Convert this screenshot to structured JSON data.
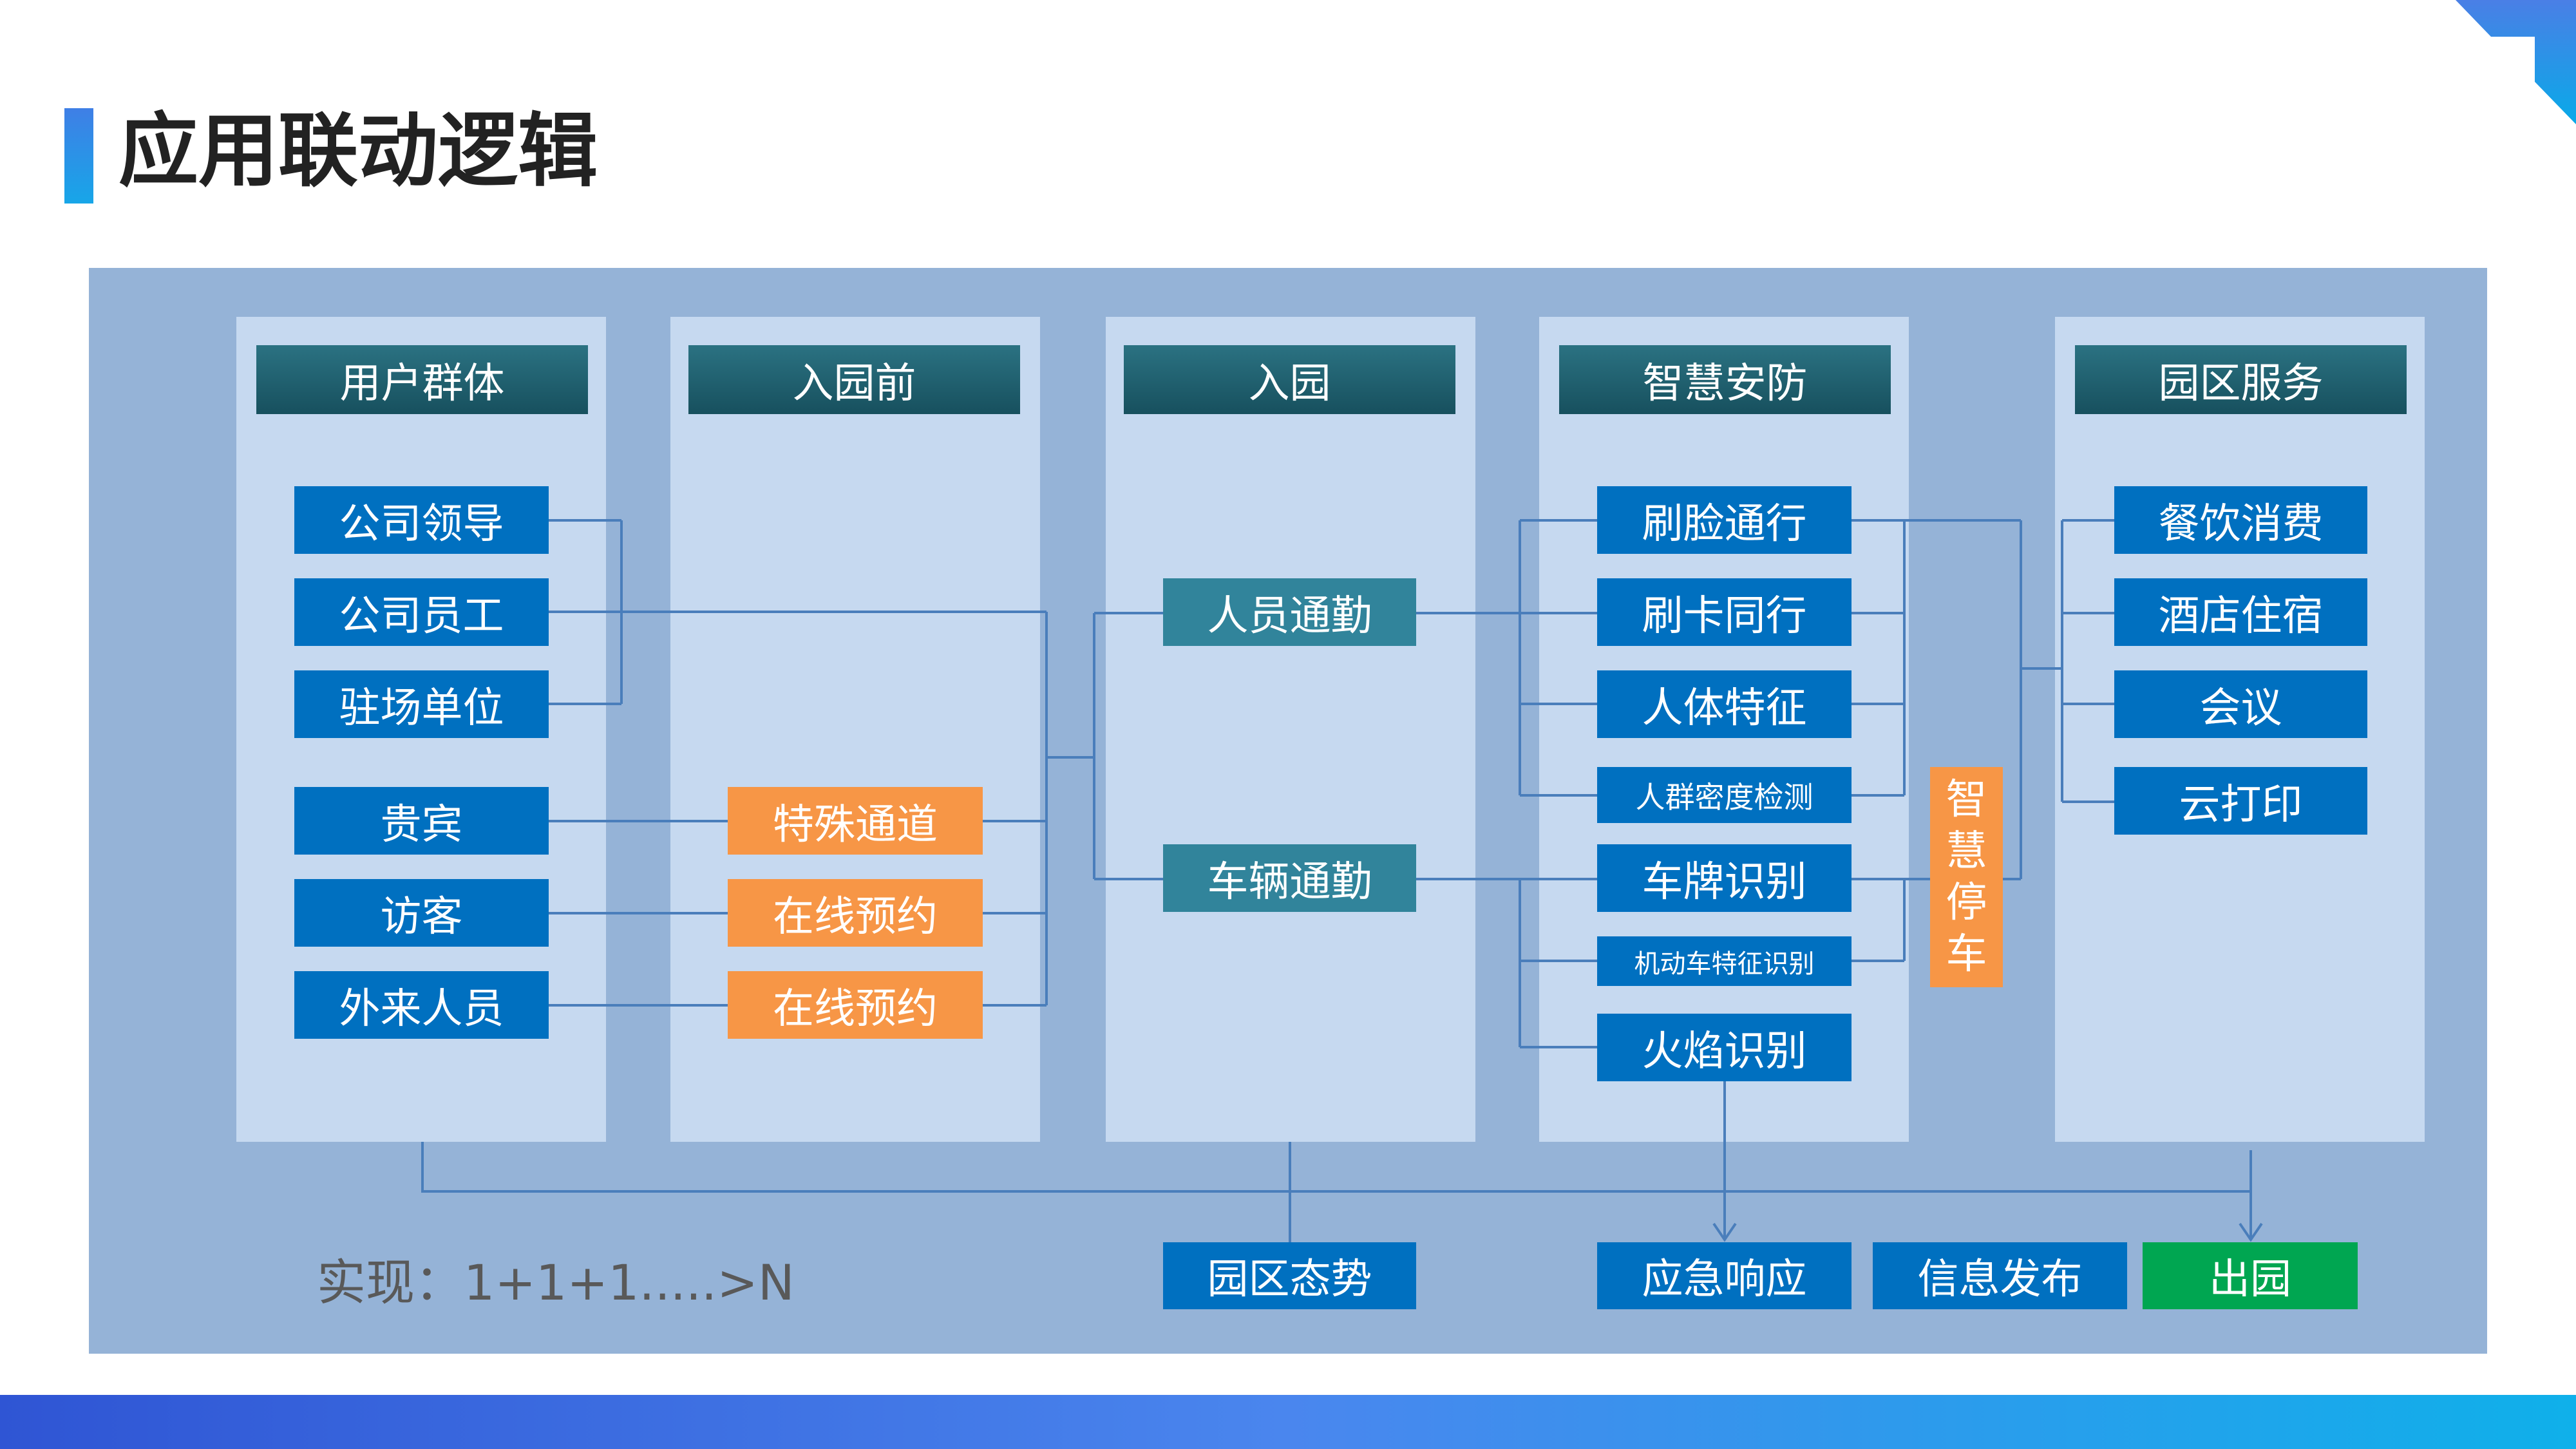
{
  "title": "应用联动逻辑",
  "columns": {
    "users": "用户群体",
    "pre_entry": "入园前",
    "entry": "入园",
    "security": "智慧安防",
    "services": "园区服务"
  },
  "users": [
    "公司领导",
    "公司员工",
    "驻场单位",
    "贵宾",
    "访客",
    "外来人员"
  ],
  "pre_entry": [
    "特殊通道",
    "在线预约",
    "在线预约"
  ],
  "entry": [
    "人员通勤",
    "车辆通勤"
  ],
  "security": [
    "刷脸通行",
    "刷卡同行",
    "人体特征",
    "人群密度检测",
    "车牌识别",
    "机动车特征识别",
    "火焰识别"
  ],
  "parking": "智慧停车",
  "services": [
    "餐饮消费",
    "酒店住宿",
    "会议",
    "云打印"
  ],
  "outputs": {
    "situation": "园区态势",
    "emergency": "应急响应",
    "publish": "信息发布",
    "exit": "出园"
  },
  "note": "实现：1+1+1.....>N",
  "colors": {
    "panel": "#95b3d7",
    "column": "#c6d9f0",
    "blue": "#0070c0",
    "orange": "#f79646",
    "teal": "#31849b",
    "green": "#00a651"
  }
}
